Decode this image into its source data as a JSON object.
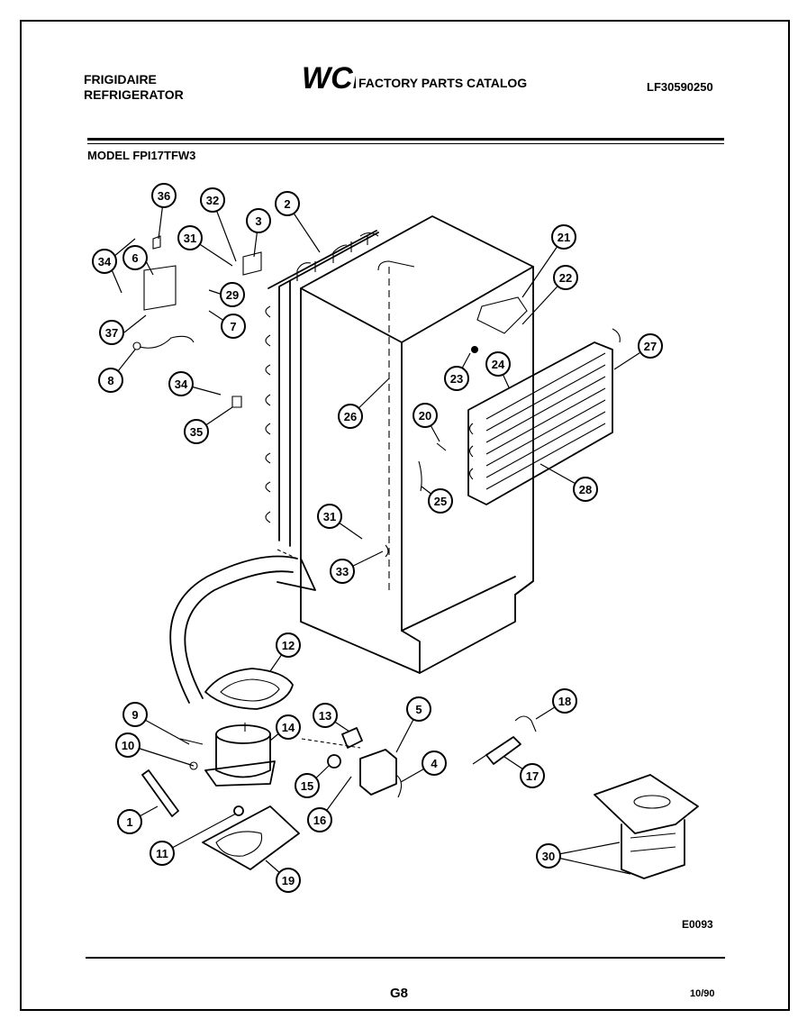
{
  "header": {
    "brand_line1": "FRIGIDAIRE",
    "brand_line2": "REFRIGERATOR",
    "logo_text": "WCI",
    "catalog_title": "FACTORY PARTS CATALOG",
    "catalog_number": "LF30590250"
  },
  "model_label": "MODEL FPI17TFW3",
  "footer": {
    "image_code": "E0093",
    "page": "G8",
    "date": "10/90"
  },
  "callouts": [
    "1",
    "2",
    "3",
    "4",
    "5",
    "6",
    "7",
    "8",
    "9",
    "10",
    "11",
    "12",
    "13",
    "14",
    "15",
    "16",
    "17",
    "18",
    "19",
    "20",
    "21",
    "22",
    "23",
    "24",
    "25",
    "26",
    "27",
    "28",
    "29",
    "30",
    "31",
    "31",
    "32",
    "33",
    "34",
    "34",
    "35",
    "36",
    "37"
  ]
}
